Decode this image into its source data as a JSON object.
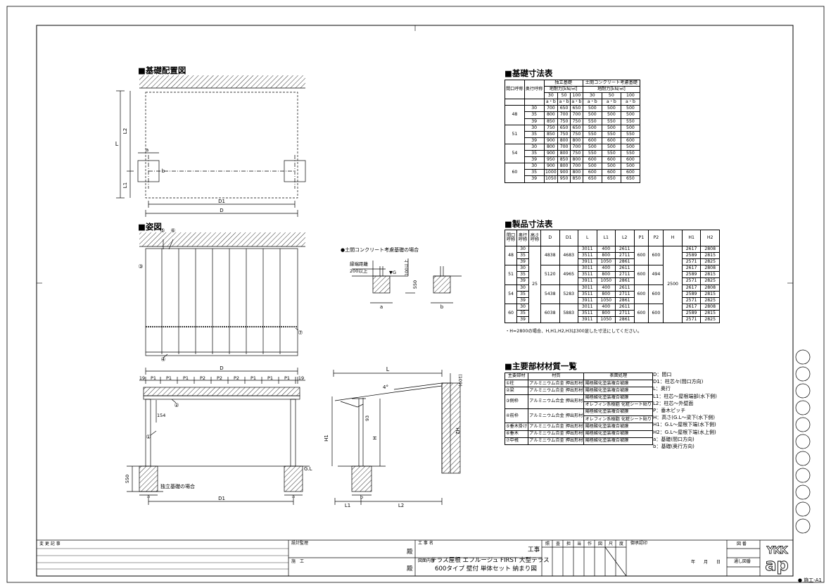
{
  "titles": {
    "kiso_haichi": "■基礎配置図",
    "sugata": "■姿図",
    "kiso_sunpo": "■基礎寸法表",
    "seihin_sunpo": "■製品寸法表",
    "zaishitsu": "■主要部材材質一覧"
  },
  "labels": {
    "L": "L",
    "L1": "L1",
    "L2": "L2",
    "D1": "D1",
    "D": "D",
    "a": "a",
    "b": "b",
    "P1": "P1",
    "P2": "P2",
    "H": "H",
    "H1": "H1",
    "H2": "H2",
    "GL": "G.L",
    "dim19": "19",
    "dim154": "154",
    "dim550": "550",
    "dim93": "93",
    "dim109": "(109)",
    "angle": "4°",
    "dim100": "100以上",
    "c1": "①",
    "c2": "②",
    "c3": "③",
    "c5": "⑤",
    "c6": "⑥",
    "c7": "⑦",
    "dokuritsu_case": "独立基礎の場合",
    "doma_case": "●土間コンクリート考慮基礎の場合",
    "fuchi_kyori": "縁端距離",
    "fuchi_200": "200以上",
    "G": "▼G"
  },
  "foundation_table": {
    "header_top": [
      "間口呼称",
      "奥行呼称",
      "独立基礎",
      "土間コンクリート考慮基礎"
    ],
    "header_mid": [
      "地耐力[kN/㎡]",
      "地耐力[kN/㎡]"
    ],
    "capacities": [
      "30",
      "50",
      "100",
      "30",
      "50",
      "100"
    ],
    "ab": [
      "a・b",
      "a・b",
      "a・b",
      "a・b",
      "a・b",
      "a・b"
    ],
    "groups": [
      {
        "maguchi": "48",
        "rows": [
          [
            "30",
            "700",
            "650",
            "650",
            "500",
            "500",
            "500"
          ],
          [
            "35",
            "800",
            "700",
            "700",
            "500",
            "500",
            "500"
          ],
          [
            "39",
            "850",
            "750",
            "750",
            "550",
            "550",
            "550"
          ]
        ]
      },
      {
        "maguchi": "51",
        "rows": [
          [
            "30",
            "750",
            "650",
            "650",
            "500",
            "500",
            "500"
          ],
          [
            "35",
            "850",
            "750",
            "750",
            "550",
            "550",
            "550"
          ],
          [
            "39",
            "900",
            "800",
            "800",
            "600",
            "600",
            "600"
          ]
        ]
      },
      {
        "maguchi": "54",
        "rows": [
          [
            "30",
            "800",
            "700",
            "700",
            "500",
            "500",
            "500"
          ],
          [
            "35",
            "900",
            "800",
            "750",
            "550",
            "550",
            "550"
          ],
          [
            "39",
            "950",
            "850",
            "800",
            "600",
            "600",
            "600"
          ]
        ]
      },
      {
        "maguchi": "60",
        "rows": [
          [
            "30",
            "900",
            "800",
            "700",
            "500",
            "500",
            "500"
          ],
          [
            "35",
            "1000",
            "900",
            "800",
            "600",
            "600",
            "600"
          ],
          [
            "39",
            "1050",
            "950",
            "850",
            "650",
            "650",
            "650"
          ]
        ]
      }
    ]
  },
  "product_table": {
    "headers": [
      "間口呼称",
      "奥行呼称",
      "高さ呼称",
      "D",
      "D1",
      "L",
      "L1",
      "L2",
      "P1",
      "P2",
      "H",
      "H1",
      "H2"
    ],
    "takasa": "25",
    "H": "2500",
    "groups": [
      {
        "maguchi": "48",
        "D": "4838",
        "D1": "4683",
        "P1": "600",
        "P2": "600",
        "rows": [
          [
            "30",
            "3011",
            "400",
            "2611",
            "2617",
            "2808"
          ],
          [
            "35",
            "3511",
            "800",
            "2711",
            "2589",
            "2815"
          ],
          [
            "39",
            "3911",
            "1050",
            "2861",
            "2571",
            "2825"
          ]
        ]
      },
      {
        "maguchi": "51",
        "D": "5120",
        "D1": "4965",
        "P1": "600",
        "P2": "494",
        "rows": [
          [
            "30",
            "3011",
            "400",
            "2611",
            "2617",
            "2808"
          ],
          [
            "35",
            "3511",
            "800",
            "2711",
            "2589",
            "2815"
          ],
          [
            "39",
            "3911",
            "1050",
            "2861",
            "2571",
            "2825"
          ]
        ]
      },
      {
        "maguchi": "54",
        "D": "5438",
        "D1": "5283",
        "P1": "600",
        "P2": "600",
        "rows": [
          [
            "30",
            "3011",
            "400",
            "2611",
            "2617",
            "2808"
          ],
          [
            "35",
            "3511",
            "800",
            "2711",
            "2589",
            "2815"
          ],
          [
            "39",
            "3911",
            "1050",
            "2861",
            "2571",
            "2825"
          ]
        ]
      },
      {
        "maguchi": "60",
        "D": "6038",
        "D1": "5883",
        "P1": "600",
        "P2": "600",
        "rows": [
          [
            "30",
            "3011",
            "400",
            "2611",
            "2617",
            "2808"
          ],
          [
            "35",
            "3511",
            "800",
            "2711",
            "2589",
            "2815"
          ],
          [
            "39",
            "3911",
            "1050",
            "2861",
            "2571",
            "2825"
          ]
        ]
      }
    ],
    "note": "・H=2800の場合、H,H1,H2,H3は300足した寸法にしてください。"
  },
  "material_table": {
    "headers": [
      "主要部材",
      "材質",
      "表面処理"
    ],
    "rows": [
      [
        "①柱",
        "アルミニウム合金 押出形材",
        "陽極酸化塗装複合被膜"
      ],
      [
        "②梁",
        "アルミニウム合金 押出形材",
        "陽極酸化塗装複合被膜"
      ],
      [
        "③側枠",
        "アルミニウム合金 押出形材",
        "陽極酸化塗装複合被膜",
        "オレフィン系樹脂 化粧シート貼り"
      ],
      [
        "④前枠",
        "アルミニウム合金 押出形材",
        "陽極酸化塗装複合被膜",
        "オレフィン系樹脂 化粧シート貼り"
      ],
      [
        "⑤垂木掛け",
        "アルミニウム合金 押出形材",
        "陽極酸化塗装複合被膜"
      ],
      [
        "⑥垂木",
        "アルミニウム合金 押出形材",
        "陽極酸化塗装複合被膜"
      ],
      [
        "⑦中桟",
        "アルミニウム合金 押出形材",
        "陽極酸化塗装複合被膜"
      ]
    ]
  },
  "legend": [
    "D：間口",
    "D1：柱芯々(間口方向)",
    "L：奥行",
    "L1：柱芯～屋根端部(水下側)",
    "L2：柱芯～外壁面",
    "P：垂木ピッチ",
    "H：高さ(G.L～梁下(水下側)",
    "H1：G.L～屋根下端(水下側)",
    "H2：G.L～屋根下端(水上側)",
    "a：基礎(間口方向)",
    "b：基礎(奥行方向)"
  ],
  "title_block": {
    "henko_kiji": "変 更 記 事",
    "sekkei_kanri": "設計監理",
    "seko": "施　工",
    "dono": "殿",
    "kojimei_label": "工 事 名",
    "koji": "工事",
    "zumen_label": "図面内容",
    "drawing_title_1": "テラス屋根 エフルージュ FIRST 大型テラス",
    "drawing_title_2": "600タイプ 壁付 単体セット 納まり図",
    "stamps": [
      "照",
      "査",
      "担",
      "当",
      "作",
      "図",
      "尺",
      "度"
    ],
    "shonin": "御承認印",
    "nen": "年",
    "tsuki": "月",
    "hi": "日",
    "zuban": "図 番",
    "tooshi_zuban": "通し図番",
    "brand_top": "YKK",
    "brand_bottom": "ap",
    "code": "● 施工-A1"
  }
}
